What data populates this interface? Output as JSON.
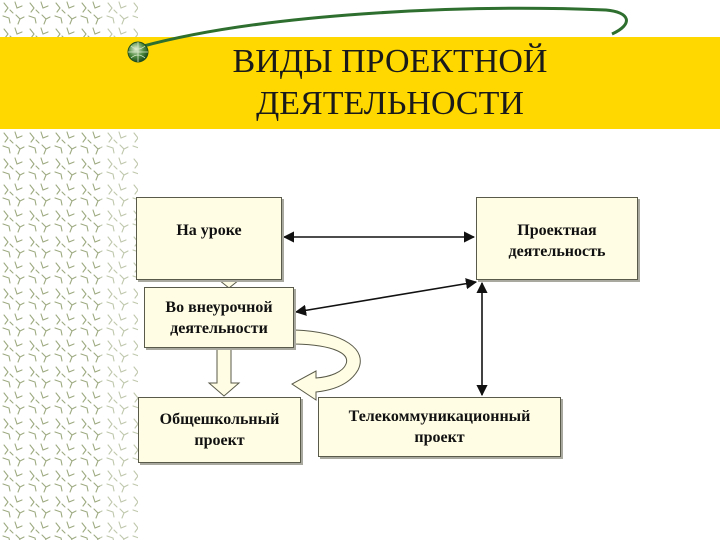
{
  "slide": {
    "title_line1": "ВИДЫ ПРОЕКТНОЙ",
    "title_line2": "ДЕЯТЕЛЬНОСТИ"
  },
  "colors": {
    "title_band": "#ffd800",
    "box_fill": "#fffde3",
    "arrow_fill": "#fffde3",
    "pattern_stroke": "#8c9b6a",
    "swoosh": "#2e6e2e",
    "bullet": "#2f6b2f"
  },
  "icons": {
    "bullet": "globe-bullet-icon",
    "swoosh": "green-swoosh-decoration"
  },
  "diagram": {
    "boxes": {
      "na_uroke": "На уроке",
      "proektnaya": "Проектная\nдеятельность",
      "vneurochnoy": "Во внеурочной\nдеятельности",
      "obshcheshkolny": "Общешкольный\nпроект",
      "telecom": "Телекоммуникационный\nпроект"
    }
  }
}
